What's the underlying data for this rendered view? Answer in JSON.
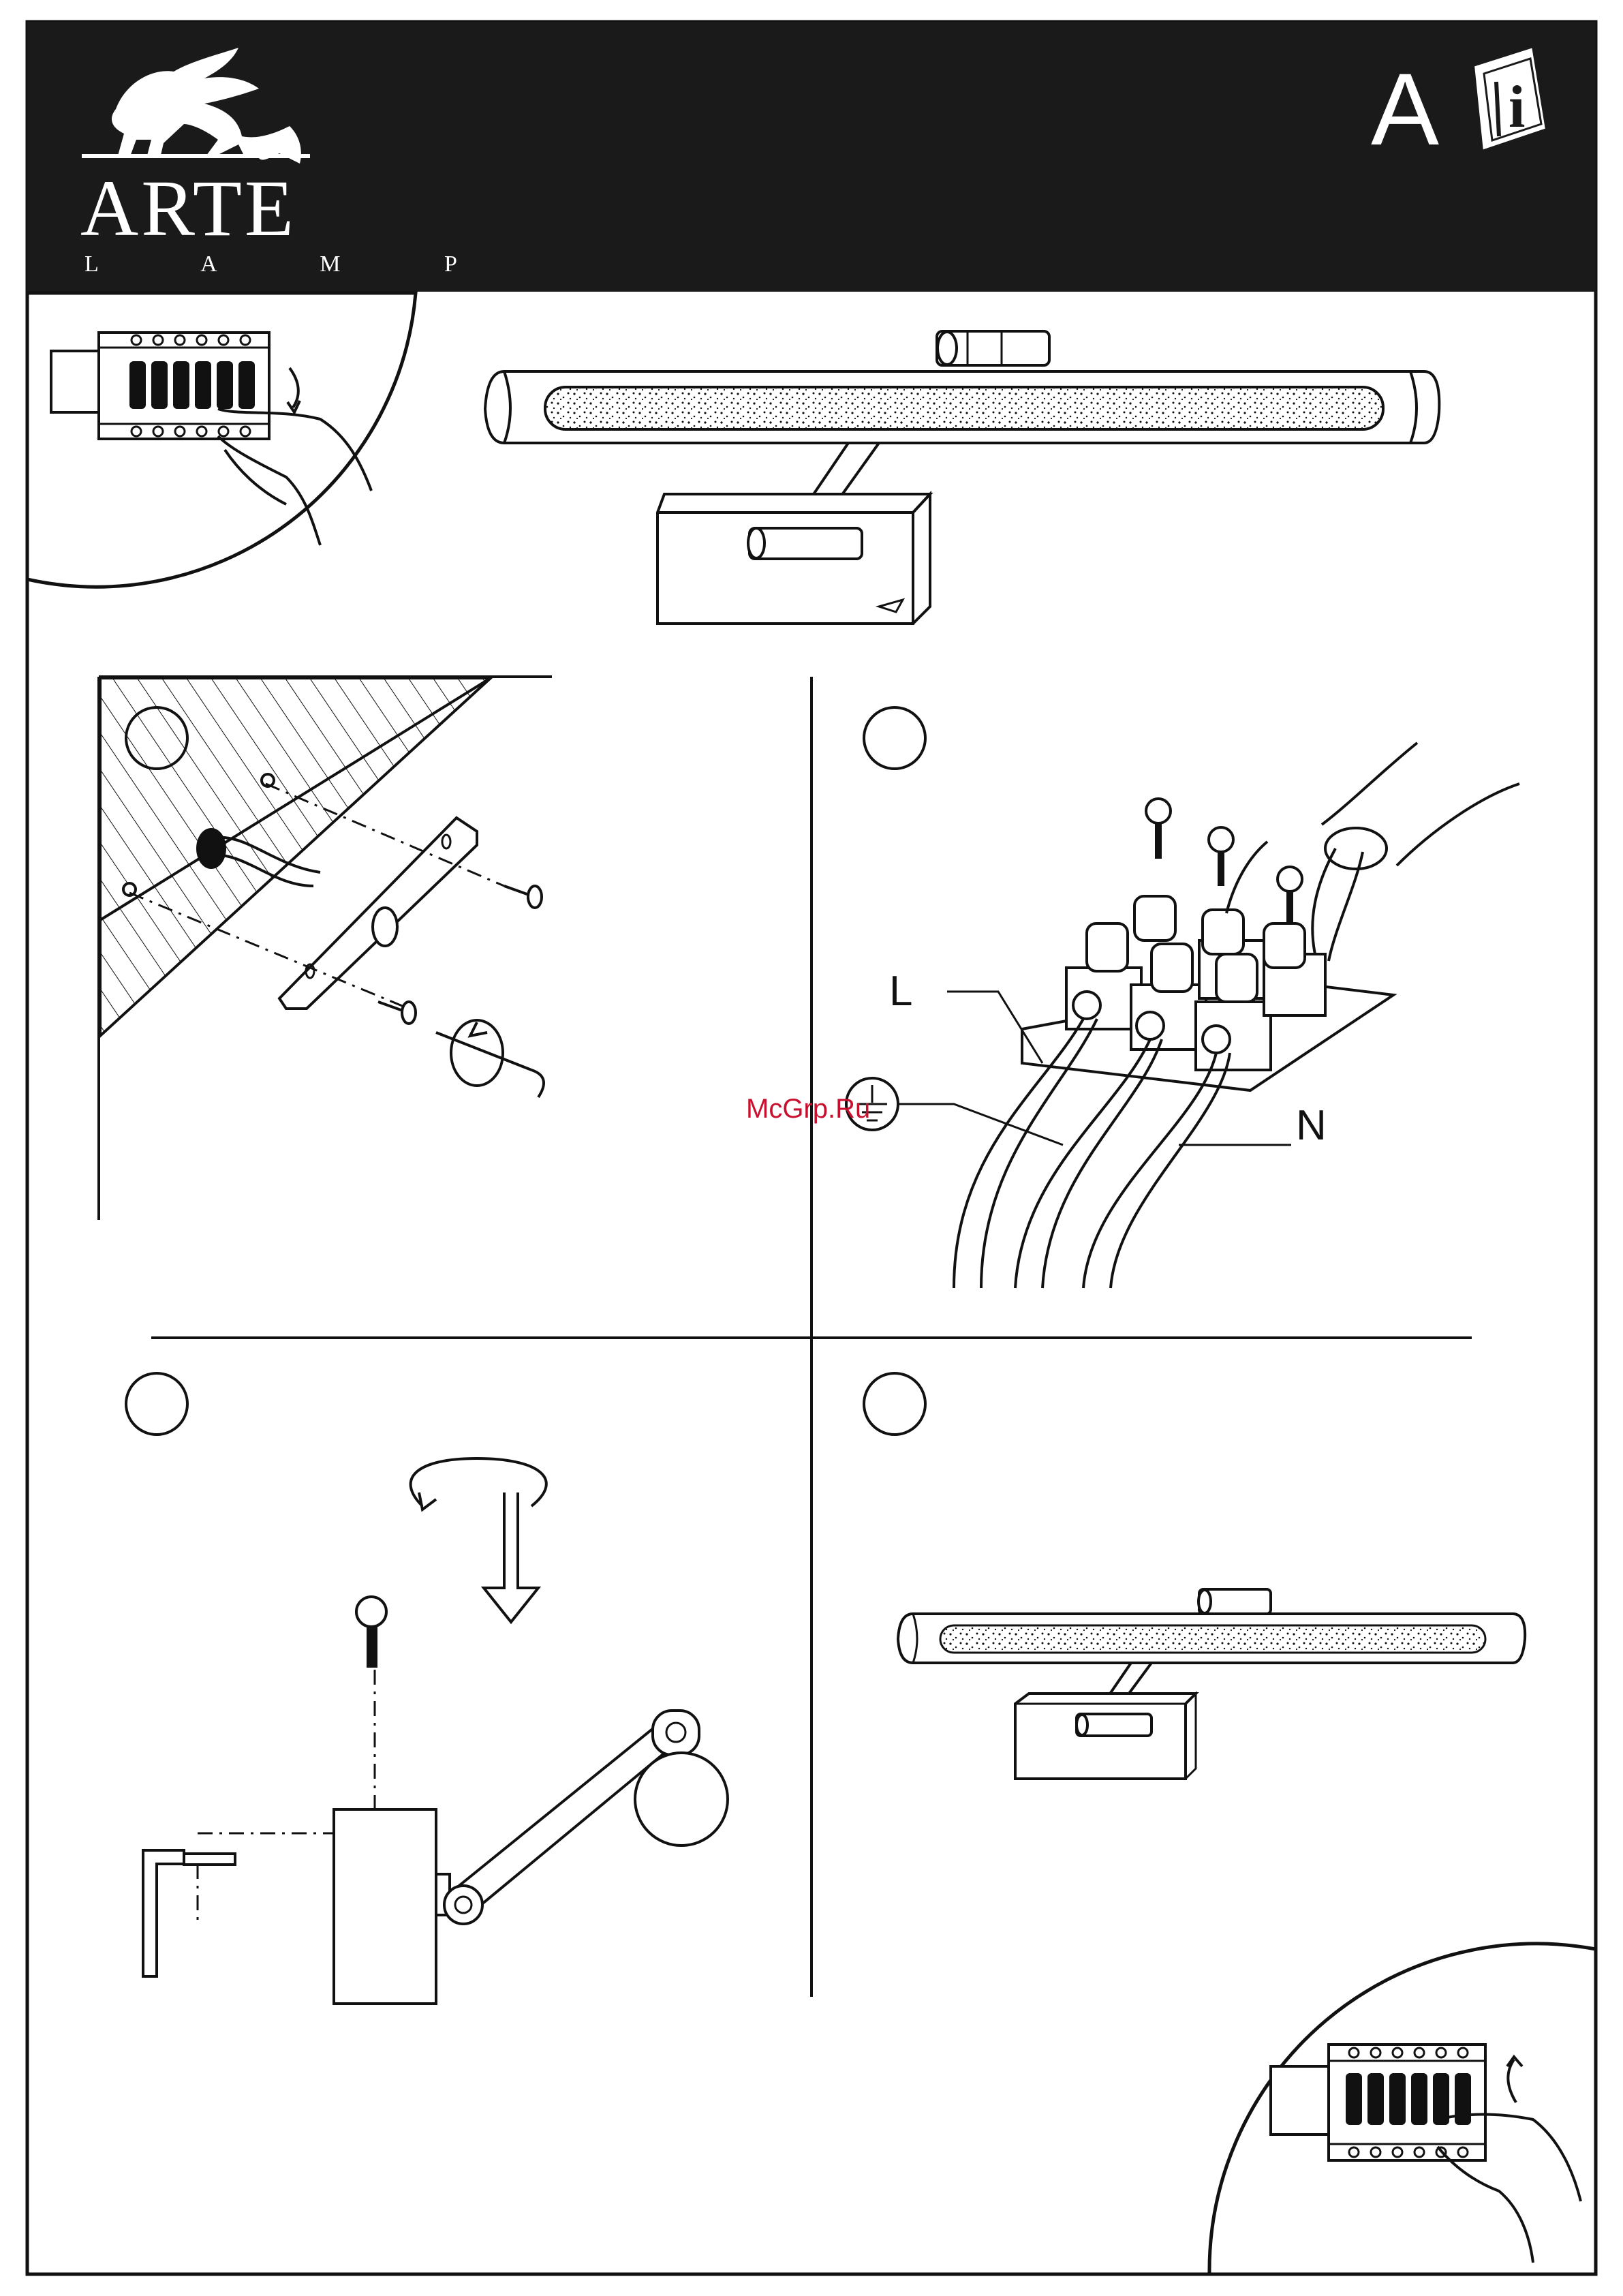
{
  "header": {
    "brand_name": "ARTE",
    "brand_sub": "L A M P",
    "language_letter": "A",
    "info_letter": "i",
    "background": "#1a1a1a"
  },
  "steps": [
    {
      "number": ""
    },
    {
      "number": ""
    },
    {
      "number": ""
    },
    {
      "number": ""
    }
  ],
  "wiring": {
    "live_label": "L",
    "neutral_label": "N"
  },
  "watermark": {
    "text": "McGrp.Ru",
    "color": "#c8102e"
  },
  "icons": [
    "lion-logo-icon",
    "screwdriver-book-icon",
    "circuit-breaker-off-icon",
    "circuit-breaker-on-icon",
    "earth-ground-icon",
    "rotate-arrow-icon",
    "screw-icon"
  ]
}
